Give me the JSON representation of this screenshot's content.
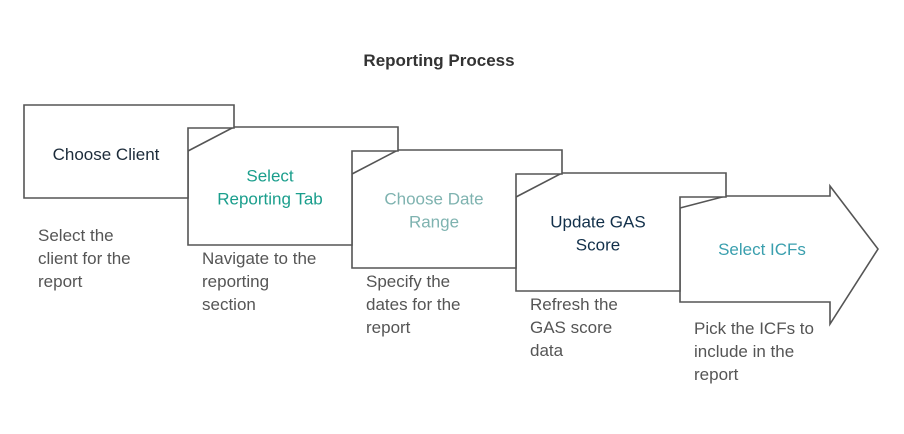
{
  "title": "Reporting Process",
  "steps": [
    {
      "label_lines": [
        "Choose Client"
      ],
      "label_color": "#1c2b3a",
      "description_lines": [
        "Select the",
        "client for the",
        "report"
      ]
    },
    {
      "label_lines": [
        "Select",
        "Reporting Tab"
      ],
      "label_color": "#1a9e8c",
      "description_lines": [
        "Navigate to the",
        "reporting",
        "section"
      ]
    },
    {
      "label_lines": [
        "Choose Date",
        "Range"
      ],
      "label_color": "#7fb3b0",
      "description_lines": [
        "Specify the",
        "dates for the",
        "report"
      ]
    },
    {
      "label_lines": [
        "Update GAS",
        "Score"
      ],
      "label_color": "#12304a",
      "description_lines": [
        "Refresh the",
        "GAS score",
        "data"
      ]
    },
    {
      "label_lines": [
        "Select ICFs"
      ],
      "label_color": "#3a9fae",
      "description_lines": [
        "Pick the ICFs to",
        "include in the",
        "report"
      ]
    }
  ]
}
